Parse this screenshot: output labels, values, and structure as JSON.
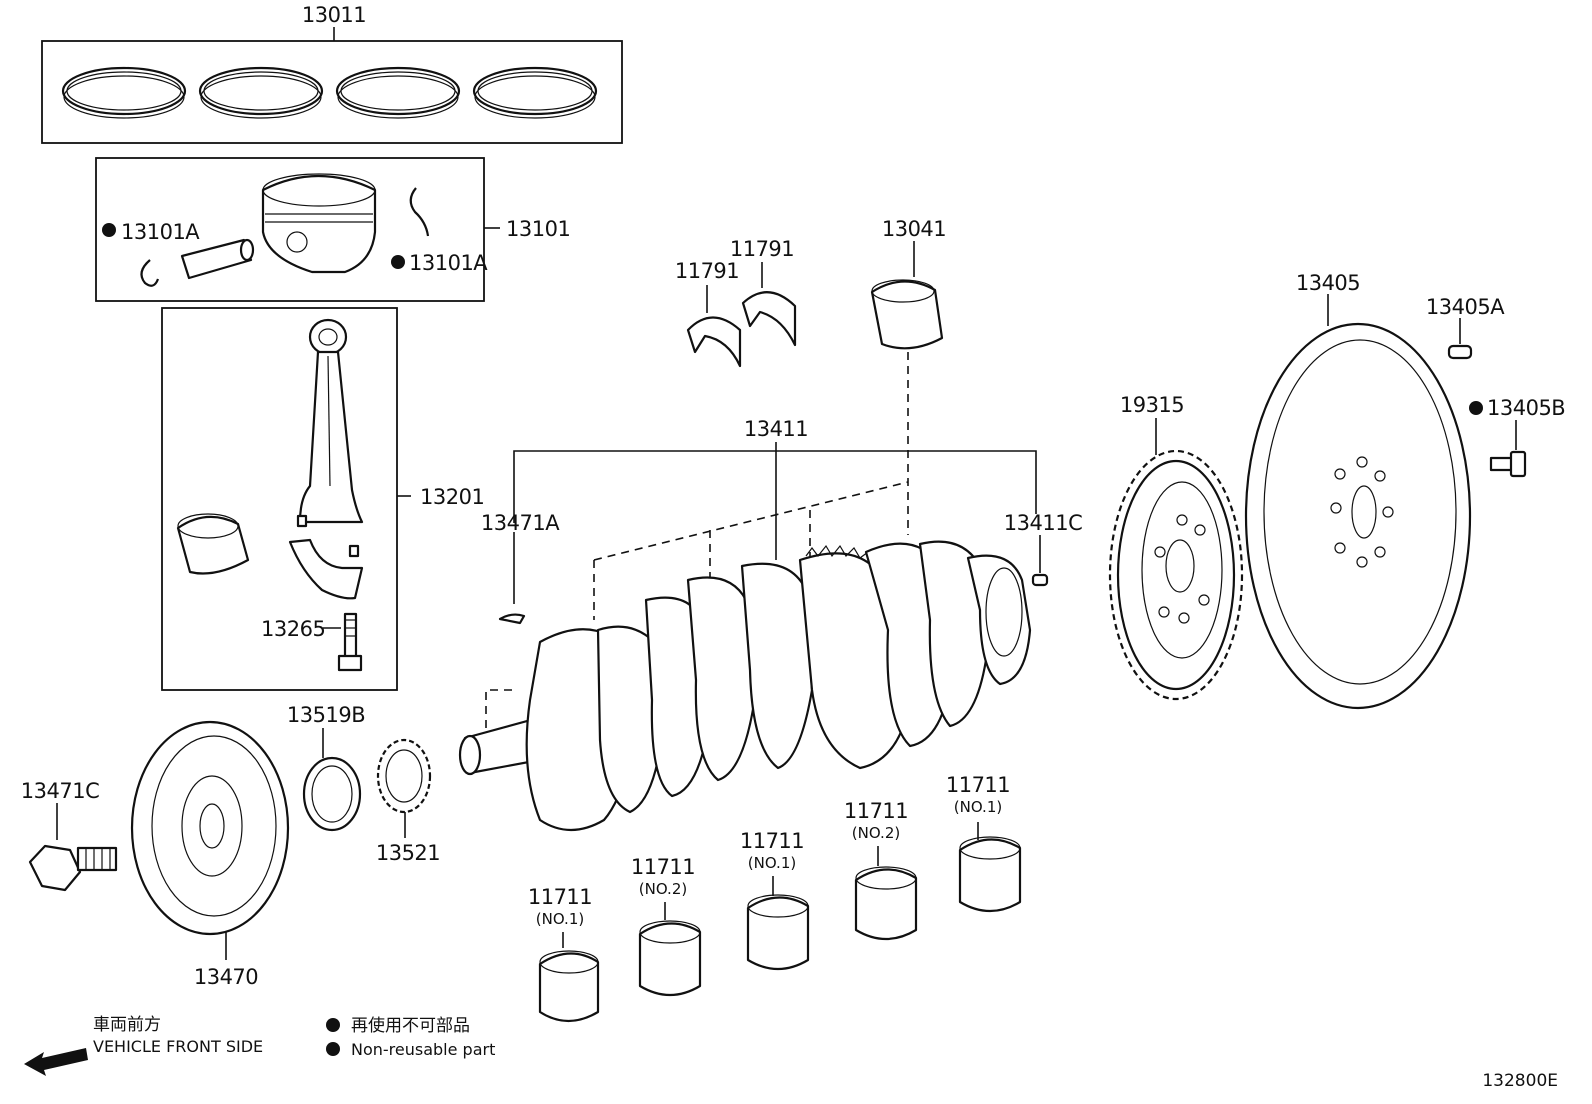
{
  "labels": {
    "l13011": "13011",
    "l13101": "13101",
    "l13101a_left": "13101A",
    "l13101a_right": "13101A",
    "l13201": "13201",
    "l13265": "13265",
    "l11791_a": "11791",
    "l11791_b": "11791",
    "l13041": "13041",
    "l13411": "13411",
    "l13471a": "13471A",
    "l13411c": "13411C",
    "l19315": "19315",
    "l13405": "13405",
    "l13405a": "13405A",
    "l13405b": "13405B",
    "l13519b": "13519B",
    "l13521": "13521",
    "l13471c": "13471C",
    "l13470": "13470",
    "b1": "11711",
    "b1s": "(NO.1)",
    "b2": "11711",
    "b2s": "(NO.2)",
    "b3": "11711",
    "b3s": "(NO.1)",
    "b4": "11711",
    "b4s": "(NO.2)",
    "b5": "11711",
    "b5s": "(NO.1)"
  },
  "legend": {
    "front_jp": "車両前方",
    "front_en": "VEHICLE FRONT SIDE",
    "nonreuse_jp": "再使用不可部品",
    "nonreuse_en": "Non-reusable part"
  },
  "figure_number": "132800E"
}
